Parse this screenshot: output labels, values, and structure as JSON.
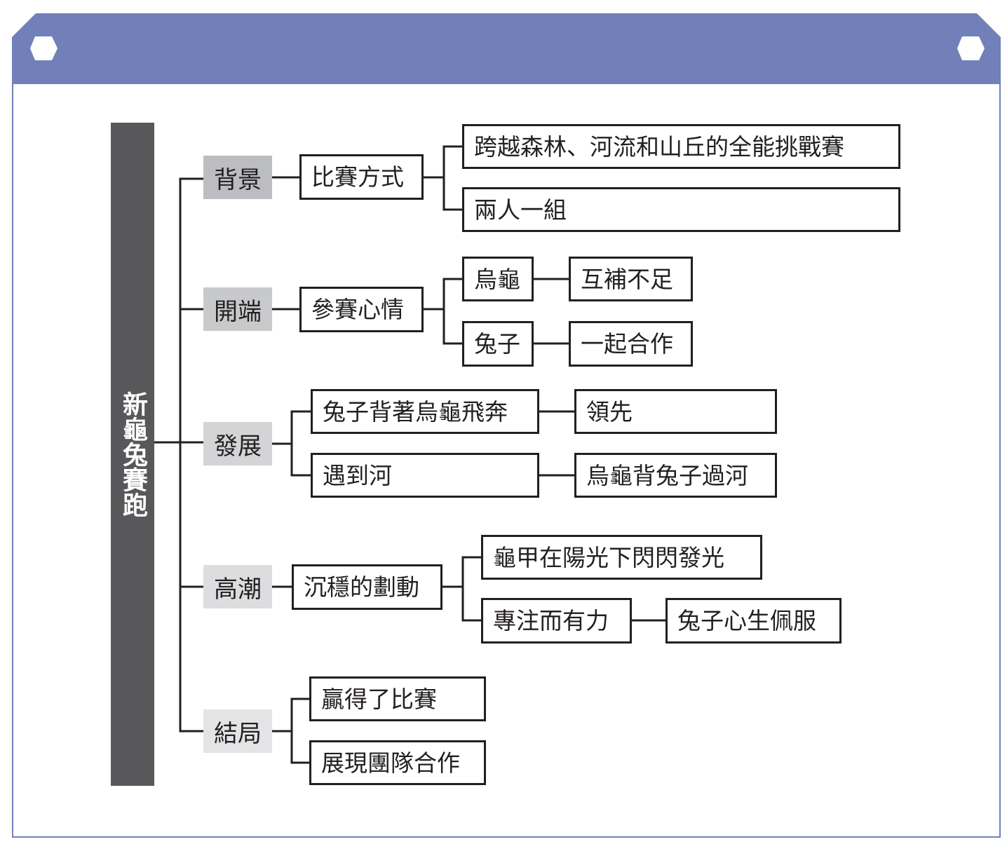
{
  "colors": {
    "header": "#7280b9",
    "root": "#58585a",
    "line": "#231f20"
  },
  "title": "新龜兔賽跑",
  "background": {
    "label": "背景",
    "node": "比賽方式",
    "children": [
      "跨越森林、河流和山丘的全能挑戰賽",
      "兩人一組"
    ]
  },
  "beginning": {
    "label": "開端",
    "node": "參賽心情",
    "children": [
      {
        "who": "烏龜",
        "feeling": "互補不足"
      },
      {
        "who": "兔子",
        "feeling": "一起合作"
      }
    ]
  },
  "development": {
    "label": "發展",
    "children": [
      {
        "event": "兔子背著烏龜飛奔",
        "result": "領先"
      },
      {
        "event": "遇到河",
        "result": "烏龜背兔子過河"
      }
    ]
  },
  "climax": {
    "label": "高潮",
    "node": "沉穩的劃動",
    "children": [
      {
        "text": "龜甲在陽光下閃閃發光"
      },
      {
        "text": "專注而有力",
        "result": "兔子心生佩服"
      }
    ]
  },
  "ending": {
    "label": "結局",
    "children": [
      "贏得了比賽",
      "展現團隊合作"
    ]
  }
}
